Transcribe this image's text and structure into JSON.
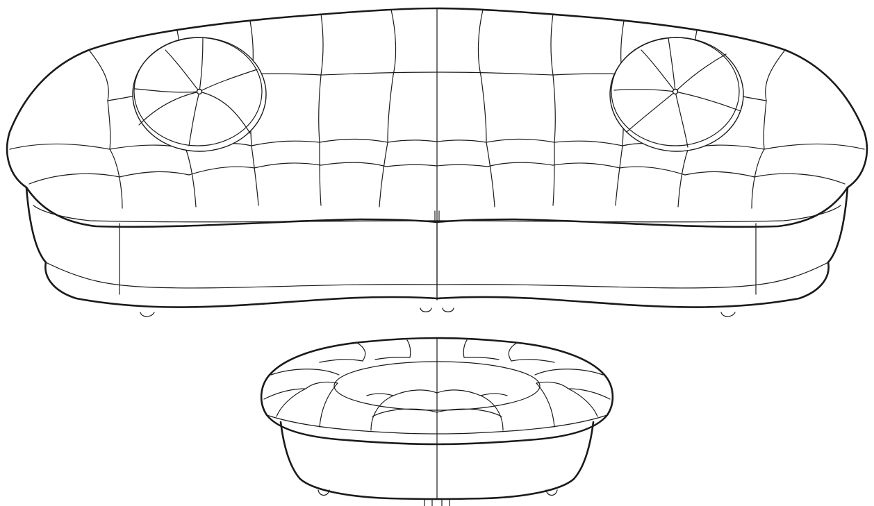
{
  "drawing": {
    "style": "line-drawing",
    "background_color": "#ffffff",
    "stroke_color": "#1a1a1a",
    "objects": [
      {
        "name": "tufted-sofa",
        "sections": 2,
        "round-cushions": 2
      },
      {
        "name": "tufted-ottoman",
        "sections": 2
      }
    ]
  }
}
